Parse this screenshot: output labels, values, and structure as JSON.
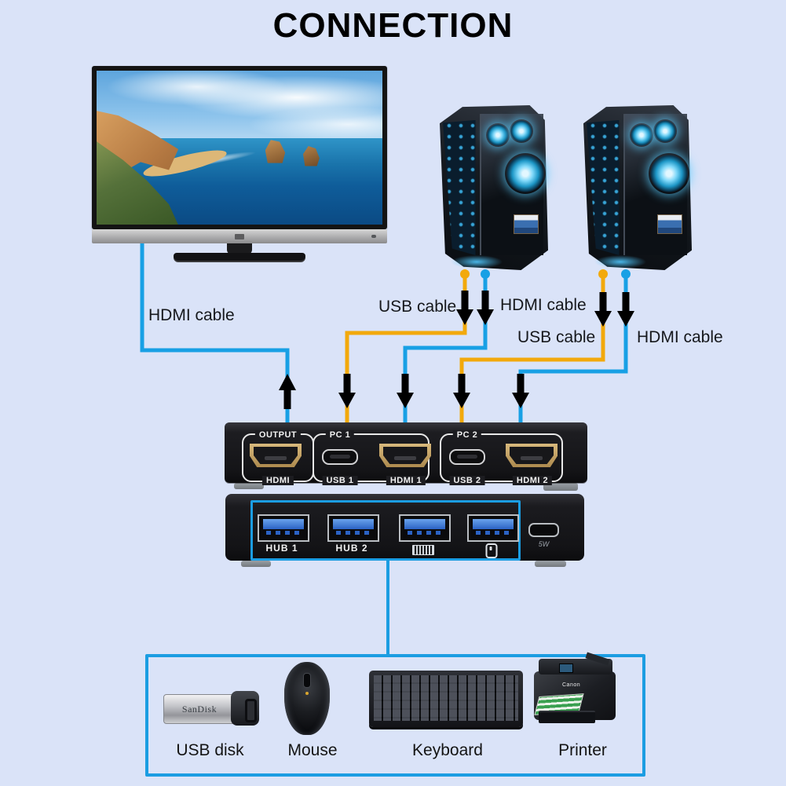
{
  "title": "CONNECTION",
  "colors": {
    "background": "#dae3f8",
    "hdmi_cable": "#18a0e5",
    "usb_cable": "#f2a90c",
    "arrow": "#000000",
    "box_outline": "#1b9de2",
    "device_body": "#141417"
  },
  "cable_labels": {
    "monitor_hdmi": "HDMI cable",
    "pc1_usb": "USB cable",
    "pc1_hdmi": "HDMI cable",
    "pc2_usb": "USB cable",
    "pc2_hdmi": "HDMI cable"
  },
  "kvm_front": {
    "output_group": {
      "top_label": "OUTPUT",
      "bottom_label": "HDMI"
    },
    "pc1_group": {
      "top_label": "PC 1",
      "usb_label": "USB 1",
      "hdmi_label": "HDMI 1"
    },
    "pc2_group": {
      "top_label": "PC 2",
      "usb_label": "USB 2",
      "hdmi_label": "HDMI 2"
    }
  },
  "kvm_hub": {
    "port1_label": "HUB 1",
    "port2_label": "HUB 2",
    "port3_icon": "keyboard",
    "port4_icon": "mouse",
    "power_label": "5W"
  },
  "peripherals": {
    "usb_disk": "USB disk",
    "mouse": "Mouse",
    "keyboard": "Keyboard",
    "printer": "Printer",
    "usb_disk_brand": "SanDisk",
    "printer_brand": "Canon"
  }
}
